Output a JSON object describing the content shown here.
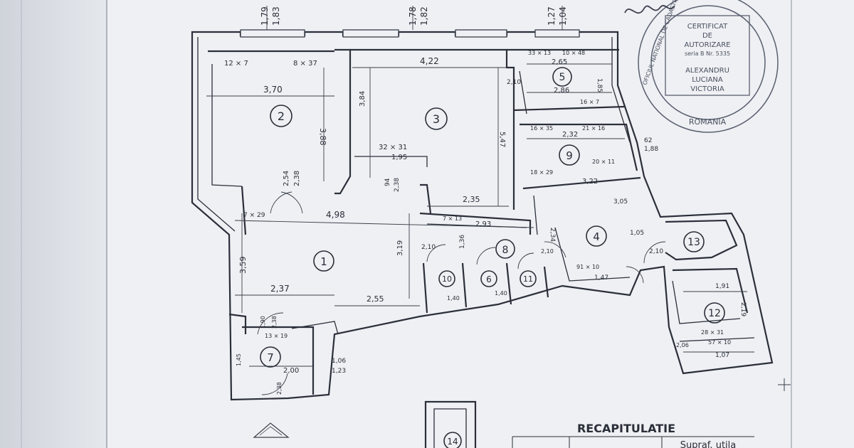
{
  "rooms": [
    {
      "num": "1"
    },
    {
      "num": "2"
    },
    {
      "num": "3"
    },
    {
      "num": "4"
    },
    {
      "num": "5"
    },
    {
      "num": "6"
    },
    {
      "num": "7"
    },
    {
      "num": "8"
    },
    {
      "num": "9"
    },
    {
      "num": "10"
    },
    {
      "num": "11"
    },
    {
      "num": "12"
    },
    {
      "num": "13"
    },
    {
      "num": "14"
    }
  ],
  "top_dims": [
    {
      "a": "1,79",
      "b": "1,83"
    },
    {
      "a": "1,78",
      "b": "1,82"
    },
    {
      "a": "1,27",
      "b": "1,04"
    }
  ],
  "dims": {
    "d1": "3,70",
    "d2": "3,88",
    "d3": "2,54",
    "d4": "2,38",
    "d5": "12 × 7",
    "d6": "8 × 37",
    "d7": "4,22",
    "d8": "3,84",
    "d9": "5,47",
    "d10": "32 × 31",
    "d11": "1,95",
    "d12": "2,35",
    "d13": "2,65",
    "d14": "2,86",
    "d15": "1,85",
    "d16": "33 × 13",
    "d17": "10 × 48",
    "d18": "2,10",
    "d19": "16 × 7",
    "d20": "2,32",
    "d21": "16 × 35",
    "d22": "21 × 16",
    "d23": "18 × 29",
    "d24": "20 × 11",
    "d25": "3,22",
    "d26": "1,88",
    "d27": "4,98",
    "d28": "7 × 29",
    "d29": "3,59",
    "d30": "2,37",
    "d31": "2,55",
    "d32": "3,19",
    "d33": "2,93",
    "d34": "7 × 13",
    "d35": "2,10",
    "d36": "1,36",
    "d37": "1,40",
    "d38": "1,40",
    "d39": "2,10",
    "d40": "3,05",
    "d41": "2,34",
    "d42": "1,47",
    "d43": "1,05",
    "d44": "2,10",
    "d45": "1,91",
    "d46": "2,19",
    "d47": "28 × 31",
    "d48": "57 × 10",
    "d49": "1,07",
    "d50": "2,06",
    "d51": "2,00",
    "d52": "1,23",
    "d53": "1,06",
    "d54": "2,38",
    "d55": "13 × 19",
    "d56": "1,90",
    "d57": "2,38",
    "d58": "1,45",
    "d59": "91 × 10",
    "d60": "62",
    "d61": "94",
    "d62": "2,38"
  },
  "stamp": {
    "line1": "CERTIFICAT",
    "line2": "DE",
    "line3": "AUTORIZARE",
    "line4": "seria B Nr. 5335",
    "line5": "ALEXANDRU",
    "line6": "LUCIANA",
    "line7": "VICTORIA",
    "ring_top": "OFICIUL NATIONAL DE CADASTRU SI CARTOGRAFIE",
    "ring_bottom": "ROMANIA"
  },
  "recap": {
    "title": "RECAPITULATIE",
    "col": "Supraf. utila"
  }
}
